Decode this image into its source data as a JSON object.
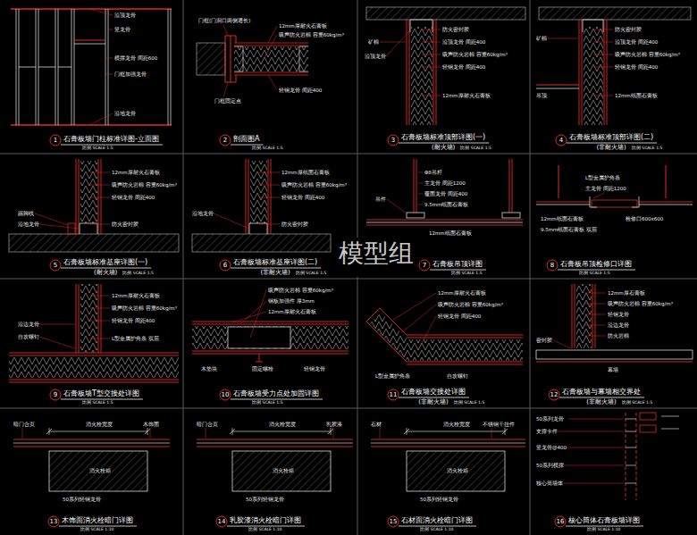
{
  "diagram": {
    "labels": [
      "沿顶龙骨",
      "竖龙骨",
      "横撑龙骨 间距600",
      "门框加强龙骨",
      "沿地龙骨",
      "1",
      "石膏板墙门柱标准详图-立面图",
      "比例 SCALE 1:5",
      "门框(门洞口两侧通长)",
      "12mm厚耐火石膏板",
      "吸声防火岩棉 容重60kg/m³",
      "轻钢龙骨 间距400",
      "门框固定点",
      "2",
      "剖面图A",
      "比例 SCALE 1:5",
      "矿棉",
      "沿顶龙骨",
      "防火密封胶",
      "沿顶龙骨 间距400",
      "吸声防火岩棉 容重60kg/m³",
      "轻钢龙骨 间距400",
      "12mm厚耐火石膏板",
      "3",
      "石膏板墙标准顶部详图(一)",
      "(耐火墙)",
      "比例 SCALE 1:5",
      "矿棉",
      "吊顶",
      "防火密封胶",
      "沿顶龙骨 间距400",
      "吸声防火岩棉 容重60kg/m³",
      "轻钢龙骨 间距400",
      "12mm纸面石膏板",
      "4",
      "石膏板墙标准顶部详图(二)",
      "(非耐火墙)",
      "比例 SCALE 1:5",
      "踢脚线",
      "沿地龙骨",
      "12mm厚耐火石膏板",
      "吸声防火岩棉 容重60kg/m³",
      "轻钢龙骨 间距400",
      "防火密封胶",
      "5",
      "石膏板墙标准基座详图(一)",
      "(耐火墙)",
      "比例 SCALE 1:5",
      "沿地龙骨",
      "12mm厚纸面石膏板",
      "吸声防火岩棉 容重60kg/m³",
      "轻钢龙骨 间距400",
      "防火密封胶",
      "6",
      "石膏板墙标准基座详图(二)",
      "(非耐火墙)",
      "比例 SCALE 1:5",
      "Φ8吊杆",
      "主龙骨 间距1200",
      "覆面龙骨 间距400",
      "9.5mm纸面石膏板",
      "吊件",
      "12mm纸面石膏板",
      "7",
      "石膏板吊顶详图",
      "比例 SCALE 1:5",
      "L型金属护角条",
      "主龙骨 间距1200",
      "12mm纸面石膏板",
      "9.5mm纸面石膏板 双层",
      "检修口600x600",
      "8",
      "石膏板吊顶检修口详图",
      "比例 SCALE 1:5",
      "12mm厚耐火石膏板",
      "吸声防火岩棉 容重60kg/m³",
      "轻钢龙骨 间距400",
      "L型金属护角条 双层",
      "沿边龙骨",
      "自攻螺钉",
      "9",
      "石膏板墙T型交接处详图",
      "比例 SCALE 1:5",
      "吸声防火岩棉 容重60kg/m³",
      "钢板加强件 厚3mm",
      "12mm厚耐火石膏板",
      "木垫块",
      "固定螺栓",
      "轻钢龙骨",
      "10",
      "石膏板墙受力点处加固详图",
      "比例 SCALE 1:5",
      "12mm厚耐火石膏板",
      "吸声防火岩棉 容重60kg/m³",
      "轻钢龙骨 间距400",
      "L型金属护角条",
      "自攻螺钉",
      "11",
      "石膏板墙交接处详图",
      "(非耐火墙)",
      "比例 SCALE 1:5",
      "12mm厚石膏板",
      "吸声防火岩棉 容重60kg/m³",
      "轻钢龙骨",
      "沿边龙骨",
      "防火岩棉",
      "幕墙",
      "密封胶",
      "12",
      "石膏板墙与幕墙相交界处",
      "(非耐火墙)",
      "比例 SCALE 1:5",
      "暗门合页",
      "消火栓宽度",
      "木饰面",
      "消火栓箱",
      "50系列轻钢龙骨",
      "13",
      "木饰面消火栓暗门详图",
      "比例 SCALE 1:10",
      "暗门合页",
      "消火栓宽度",
      "乳胶漆",
      "消火栓箱",
      "50系列轻钢龙骨",
      "14",
      "乳胶漆消火栓暗门详图",
      "比例 SCALE 1:10",
      "石材",
      "消火栓宽度",
      "不锈钢干挂件",
      "消火栓箱",
      "50系列轻钢龙骨",
      "15",
      "石材面消火栓暗门详图",
      "比例 SCALE 1:10",
      "50系列龙骨",
      "支撑卡件",
      "竖龙骨@400",
      "50系列横撑",
      "核心筒墙体",
      "16",
      "核心筒体石膏板墙详图",
      "比例 SCALE 1:10",
      "模型组"
    ]
  }
}
